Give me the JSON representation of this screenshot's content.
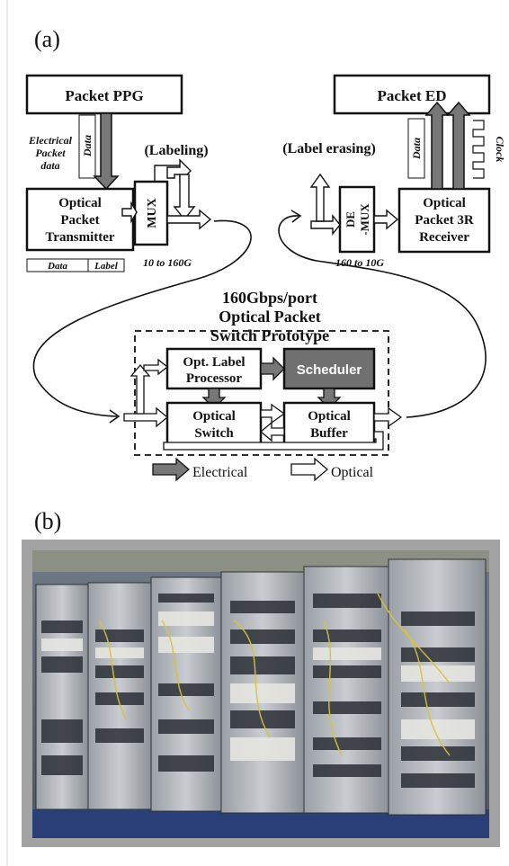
{
  "panel_a": {
    "letter": "(a)",
    "packet_ppg": "Packet PPG",
    "packet_ed": "Packet ED",
    "electrical_packet_data": [
      "Electrical",
      "Packet",
      "data"
    ],
    "data_tag": "Data",
    "data_tag_right": "Data",
    "clock": "Clock",
    "labeling": "(Labeling)",
    "label_erasing": "(Label erasing)",
    "transmitter": [
      "Optical",
      "Packet",
      "Transmitter"
    ],
    "mux": "MUX",
    "demux": [
      "DE",
      "-MUX"
    ],
    "receiver": [
      "Optical",
      "Packet 3R",
      "Receiver"
    ],
    "rate_tx": "10 to 160G",
    "rate_rx": "160 to 10G",
    "packet_format": {
      "data": "Data",
      "label": "Label"
    },
    "switch_title": [
      "160Gbps/port",
      "Optical Packet",
      "Switch Prototype"
    ],
    "label_processor": [
      "Opt. Label",
      "Processor"
    ],
    "scheduler": "Scheduler",
    "optical_switch": [
      "Optical",
      "Switch"
    ],
    "optical_buffer": [
      "Optical",
      "Buffer"
    ],
    "legend": {
      "electrical": "Electrical",
      "optical": "Optical"
    },
    "colors": {
      "electrical_fill": "#777777",
      "scheduler_fill": "#707070",
      "stroke": "#111111"
    }
  },
  "panel_b": {
    "letter": "(b)",
    "photo_subject": "equipment-racks-photo"
  }
}
